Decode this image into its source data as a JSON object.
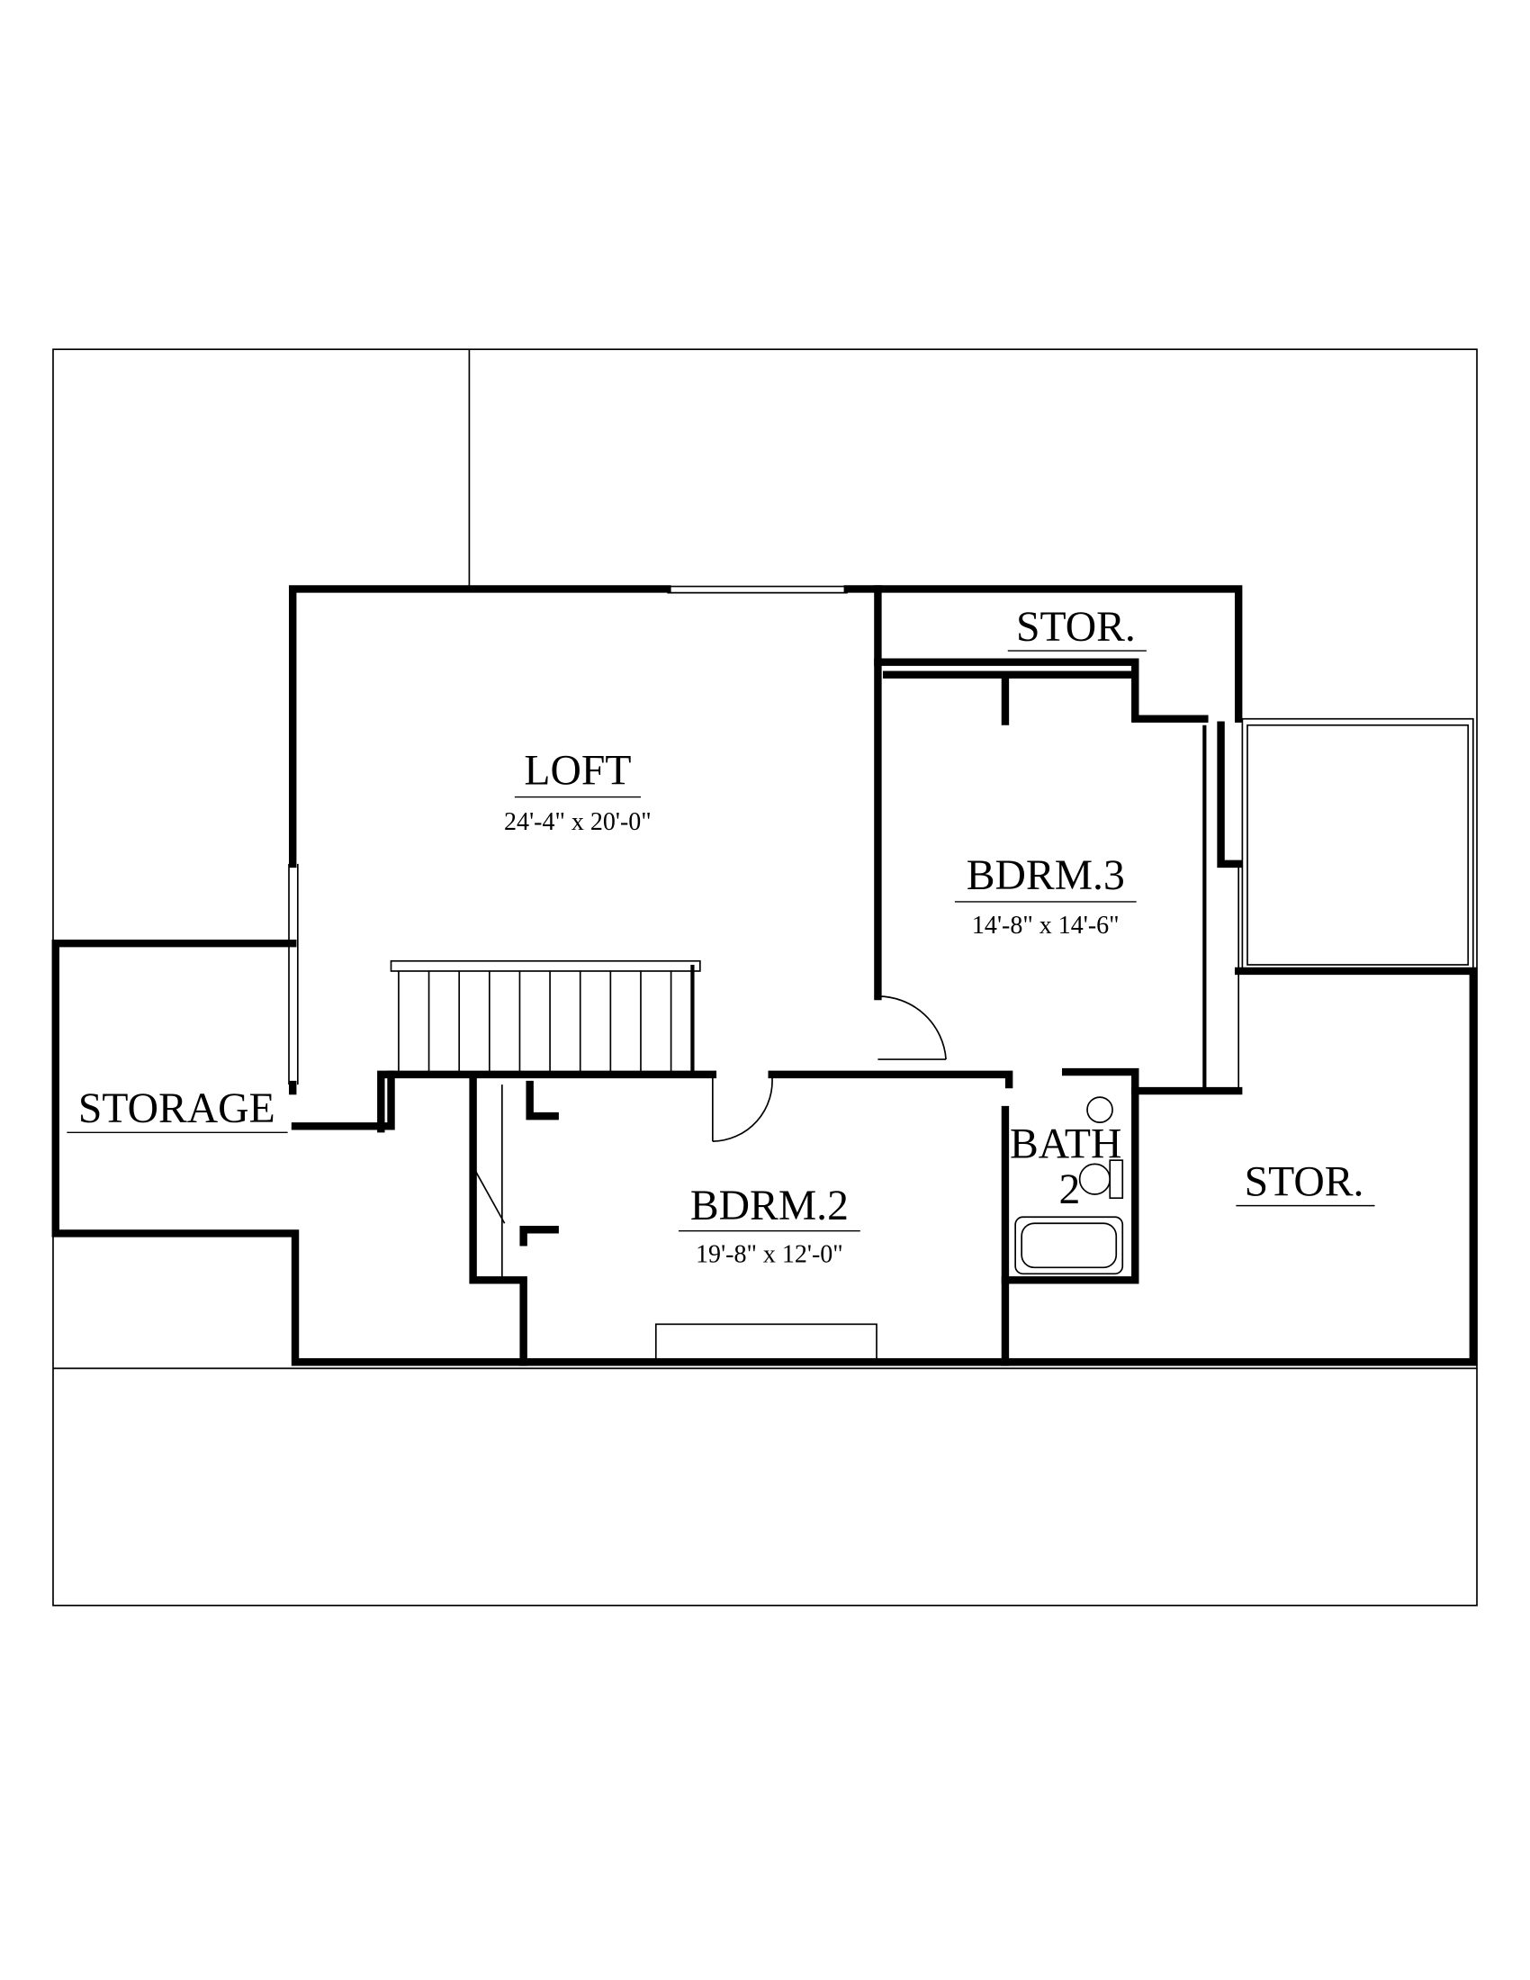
{
  "plan": {
    "rooms": [
      {
        "id": "loft",
        "name": "LOFT",
        "size": "24'-4\" x 20'-0\""
      },
      {
        "id": "bdrm3",
        "name": "BDRM.3",
        "size": "14'-8\" x 14'-6\""
      },
      {
        "id": "bdrm2",
        "name": "BDRM.2",
        "size": "19'-8\" x 12'-0\""
      },
      {
        "id": "stor-top",
        "name": "STOR."
      },
      {
        "id": "storage",
        "name": "STORAGE"
      },
      {
        "id": "stor-right",
        "name": "STOR."
      },
      {
        "id": "bath2",
        "name": "BATH",
        "number": "2"
      }
    ]
  }
}
